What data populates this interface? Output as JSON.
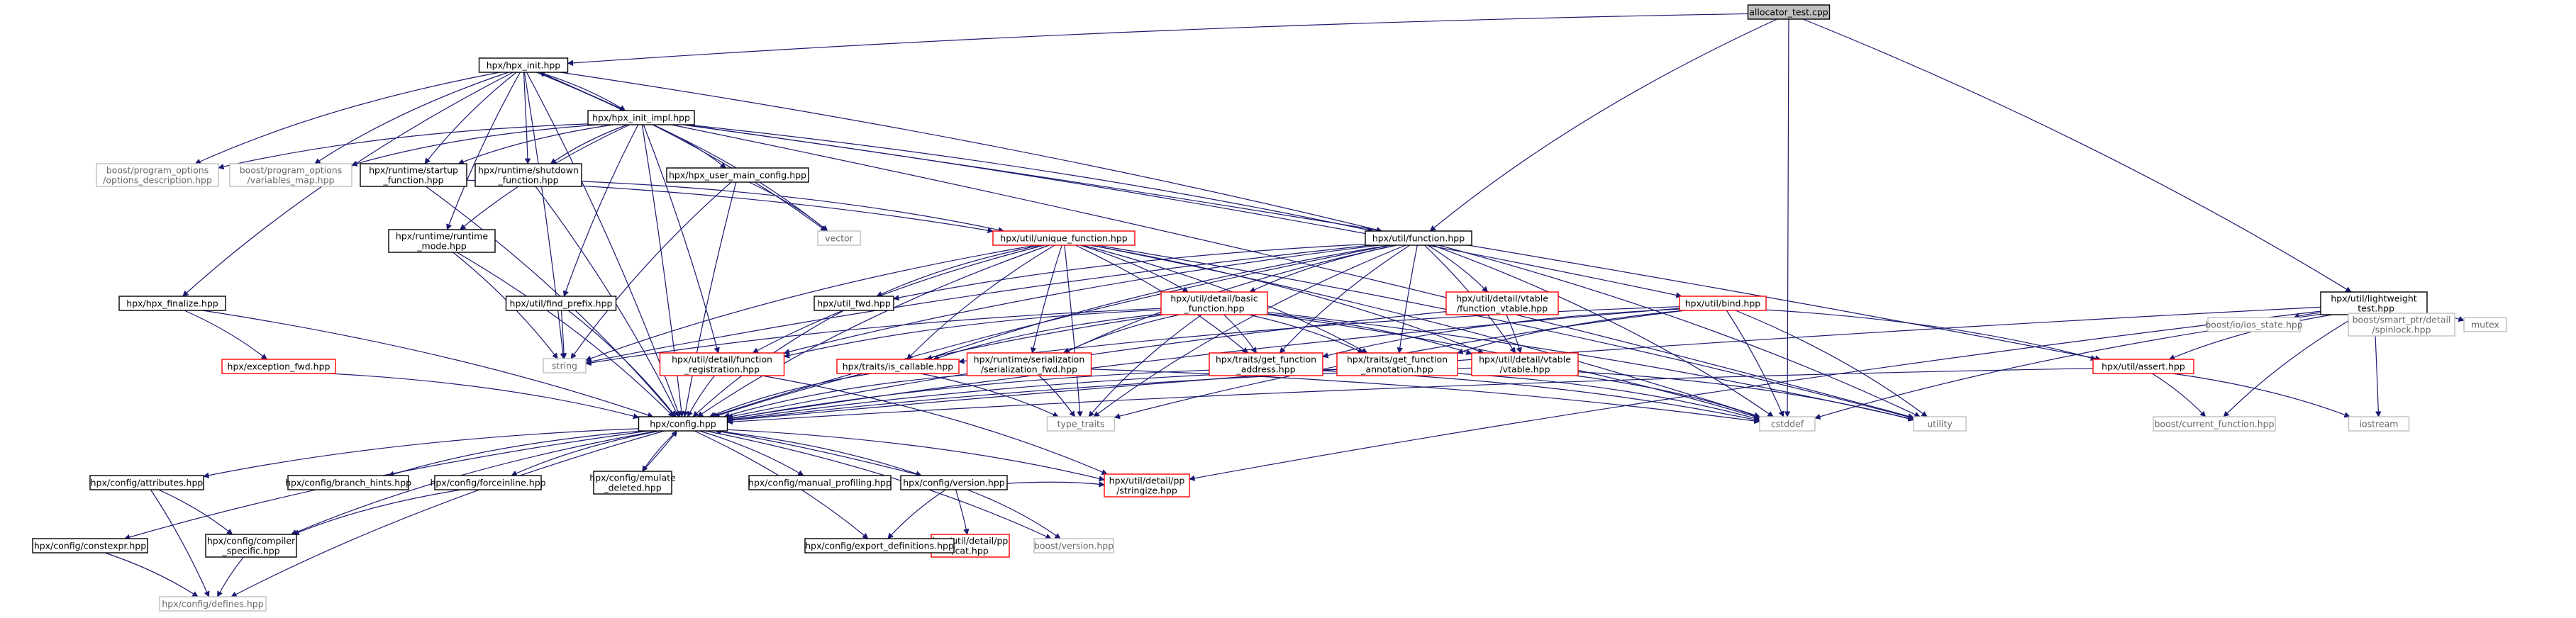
{
  "colors": {
    "normal_border": "#000000",
    "missing_border": "#ff0000",
    "external_border": "#bfbfbf",
    "external_text": "#666666",
    "root_fill": "#bfbfbf",
    "edge": "#191970"
  },
  "nodes": [
    {
      "id": "allocator_test",
      "lines": [
        "allocator_test.cpp"
      ],
      "kind": "root"
    },
    {
      "id": "hpx_init",
      "lines": [
        "hpx/hpx_init.hpp"
      ],
      "kind": "normal"
    },
    {
      "id": "hpx_init_impl",
      "lines": [
        "hpx/hpx_init_impl.hpp"
      ],
      "kind": "normal"
    },
    {
      "id": "po_options_description",
      "lines": [
        "boost/program_options",
        "/options_description.hpp"
      ],
      "kind": "external"
    },
    {
      "id": "po_variables_map",
      "lines": [
        "boost/program_options",
        "/variables_map.hpp"
      ],
      "kind": "external"
    },
    {
      "id": "runtime_startup_function",
      "lines": [
        "hpx/runtime/startup",
        "_function.hpp"
      ],
      "kind": "normal"
    },
    {
      "id": "runtime_shutdown_function",
      "lines": [
        "hpx/runtime/shutdown",
        "_function.hpp"
      ],
      "kind": "normal"
    },
    {
      "id": "hpx_user_main_config",
      "lines": [
        "hpx/hpx_user_main_config.hpp"
      ],
      "kind": "normal"
    },
    {
      "id": "vector",
      "lines": [
        "vector"
      ],
      "kind": "external"
    },
    {
      "id": "unique_function",
      "lines": [
        "hpx/util/unique_function.hpp"
      ],
      "kind": "missing"
    },
    {
      "id": "util_function",
      "lines": [
        "hpx/util/function.hpp"
      ],
      "kind": "normal"
    },
    {
      "id": "runtime_mode",
      "lines": [
        "hpx/runtime/runtime",
        "_mode.hpp"
      ],
      "kind": "normal"
    },
    {
      "id": "hpx_finalize",
      "lines": [
        "hpx/hpx_finalize.hpp"
      ],
      "kind": "normal"
    },
    {
      "id": "exception_fwd",
      "lines": [
        "hpx/exception_fwd.hpp"
      ],
      "kind": "missing"
    },
    {
      "id": "find_prefix",
      "lines": [
        "hpx/util/find_prefix.hpp"
      ],
      "kind": "normal"
    },
    {
      "id": "util_fwd",
      "lines": [
        "hpx/util_fwd.hpp"
      ],
      "kind": "normal"
    },
    {
      "id": "string",
      "lines": [
        "string"
      ],
      "kind": "external"
    },
    {
      "id": "detail_basic_function",
      "lines": [
        "hpx/util/detail/basic",
        "_function.hpp"
      ],
      "kind": "missing"
    },
    {
      "id": "vtable_function_vtable",
      "lines": [
        "hpx/util/detail/vtable",
        "/function_vtable.hpp"
      ],
      "kind": "missing"
    },
    {
      "id": "util_bind",
      "lines": [
        "hpx/util/bind.hpp"
      ],
      "kind": "missing"
    },
    {
      "id": "lightweight_test",
      "lines": [
        "hpx/util/lightweight",
        "_test.hpp"
      ],
      "kind": "normal"
    },
    {
      "id": "function_registration",
      "lines": [
        "hpx/util/detail/function",
        "_registration.hpp"
      ],
      "kind": "missing"
    },
    {
      "id": "is_callable",
      "lines": [
        "hpx/traits/is_callable.hpp"
      ],
      "kind": "missing"
    },
    {
      "id": "serialization_fwd",
      "lines": [
        "hpx/runtime/serialization",
        "/serialization_fwd.hpp"
      ],
      "kind": "missing"
    },
    {
      "id": "get_function_address",
      "lines": [
        "hpx/traits/get_function",
        "_address.hpp"
      ],
      "kind": "missing"
    },
    {
      "id": "get_function_annotation",
      "lines": [
        "hpx/traits/get_function",
        "_annotation.hpp"
      ],
      "kind": "missing"
    },
    {
      "id": "vtable_vtable",
      "lines": [
        "hpx/util/detail/vtable",
        "/vtable.hpp"
      ],
      "kind": "missing"
    },
    {
      "id": "util_assert",
      "lines": [
        "hpx/util/assert.hpp"
      ],
      "kind": "missing"
    },
    {
      "id": "ios_state",
      "lines": [
        "boost/io/ios_state.hpp"
      ],
      "kind": "external"
    },
    {
      "id": "spinlock",
      "lines": [
        "boost/smart_ptr/detail",
        "/spinlock.hpp"
      ],
      "kind": "external"
    },
    {
      "id": "mutex",
      "lines": [
        "mutex"
      ],
      "kind": "external"
    },
    {
      "id": "config",
      "lines": [
        "hpx/config.hpp"
      ],
      "kind": "normal"
    },
    {
      "id": "type_traits",
      "lines": [
        "type_traits"
      ],
      "kind": "external"
    },
    {
      "id": "cstddef",
      "lines": [
        "cstddef"
      ],
      "kind": "external"
    },
    {
      "id": "utility",
      "lines": [
        "utility"
      ],
      "kind": "external"
    },
    {
      "id": "current_function",
      "lines": [
        "boost/current_function.hpp"
      ],
      "kind": "external"
    },
    {
      "id": "iostream",
      "lines": [
        "iostream"
      ],
      "kind": "external"
    },
    {
      "id": "cfg_attributes",
      "lines": [
        "hpx/config/attributes.hpp"
      ],
      "kind": "normal"
    },
    {
      "id": "cfg_branch_hints",
      "lines": [
        "hpx/config/branch_hints.hpp"
      ],
      "kind": "normal"
    },
    {
      "id": "cfg_forceinline",
      "lines": [
        "hpx/config/forceinline.hpp"
      ],
      "kind": "normal"
    },
    {
      "id": "cfg_emulate_deleted",
      "lines": [
        "hpx/config/emulate",
        "_deleted.hpp"
      ],
      "kind": "normal"
    },
    {
      "id": "cfg_manual_profiling",
      "lines": [
        "hpx/config/manual_profiling.hpp"
      ],
      "kind": "normal"
    },
    {
      "id": "cfg_version",
      "lines": [
        "hpx/config/version.hpp"
      ],
      "kind": "normal"
    },
    {
      "id": "pp_stringize",
      "lines": [
        "hpx/util/detail/pp",
        "/stringize.hpp"
      ],
      "kind": "missing"
    },
    {
      "id": "cfg_constexpr",
      "lines": [
        "hpx/config/constexpr.hpp"
      ],
      "kind": "normal"
    },
    {
      "id": "cfg_compiler_specific",
      "lines": [
        "hpx/config/compiler",
        "_specific.hpp"
      ],
      "kind": "normal"
    },
    {
      "id": "pp_cat",
      "lines": [
        "hpx/util/detail/pp",
        "/cat.hpp"
      ],
      "kind": "missing"
    },
    {
      "id": "boost_version",
      "lines": [
        "boost/version.hpp"
      ],
      "kind": "external"
    },
    {
      "id": "cfg_export_definitions",
      "lines": [
        "hpx/config/export_definitions.hpp"
      ],
      "kind": "normal"
    },
    {
      "id": "cfg_defines",
      "lines": [
        "hpx/config/defines.hpp"
      ],
      "kind": "external"
    }
  ],
  "edges": [
    [
      "allocator_test",
      "hpx_init"
    ],
    [
      "allocator_test",
      "util_function"
    ],
    [
      "allocator_test",
      "cstddef"
    ],
    [
      "allocator_test",
      "lightweight_test"
    ],
    [
      "hpx_init",
      "hpx_init_impl"
    ],
    [
      "hpx_init",
      "po_options_description"
    ],
    [
      "hpx_init",
      "po_variables_map"
    ],
    [
      "hpx_init",
      "runtime_startup_function"
    ],
    [
      "hpx_init",
      "runtime_shutdown_function"
    ],
    [
      "hpx_init",
      "runtime_mode"
    ],
    [
      "hpx_init",
      "hpx_finalize"
    ],
    [
      "hpx_init",
      "config"
    ],
    [
      "hpx_init",
      "vector"
    ],
    [
      "hpx_init",
      "string"
    ],
    [
      "hpx_init",
      "util_function"
    ],
    [
      "hpx_init_impl",
      "hpx_init"
    ],
    [
      "hpx_init_impl",
      "po_options_description"
    ],
    [
      "hpx_init_impl",
      "po_variables_map"
    ],
    [
      "hpx_init_impl",
      "runtime_startup_function"
    ],
    [
      "hpx_init_impl",
      "runtime_shutdown_function"
    ],
    [
      "hpx_init_impl",
      "hpx_user_main_config"
    ],
    [
      "hpx_init_impl",
      "vector"
    ],
    [
      "hpx_init_impl",
      "runtime_mode"
    ],
    [
      "hpx_init_impl",
      "find_prefix"
    ],
    [
      "hpx_init_impl",
      "util_function"
    ],
    [
      "hpx_init_impl",
      "util_bind"
    ],
    [
      "hpx_init_impl",
      "util_assert"
    ],
    [
      "hpx_init_impl",
      "utility"
    ],
    [
      "hpx_init_impl",
      "function_registration"
    ],
    [
      "hpx_init_impl",
      "config"
    ],
    [
      "runtime_startup_function",
      "config"
    ],
    [
      "runtime_startup_function",
      "unique_function"
    ],
    [
      "runtime_shutdown_function",
      "config"
    ],
    [
      "runtime_shutdown_function",
      "unique_function"
    ],
    [
      "hpx_user_main_config",
      "vector"
    ],
    [
      "hpx_user_main_config",
      "string"
    ],
    [
      "hpx_user_main_config",
      "config"
    ],
    [
      "unique_function",
      "config"
    ],
    [
      "unique_function",
      "util_fwd"
    ],
    [
      "unique_function",
      "detail_basic_function"
    ],
    [
      "unique_function",
      "function_registration"
    ],
    [
      "unique_function",
      "is_callable"
    ],
    [
      "unique_function",
      "serialization_fwd"
    ],
    [
      "unique_function",
      "get_function_address"
    ],
    [
      "unique_function",
      "get_function_annotation"
    ],
    [
      "unique_function",
      "vtable_vtable"
    ],
    [
      "unique_function",
      "cstddef"
    ],
    [
      "unique_function",
      "type_traits"
    ],
    [
      "unique_function",
      "utility"
    ],
    [
      "unique_function",
      "string"
    ],
    [
      "util_function",
      "config"
    ],
    [
      "util_function",
      "util_fwd"
    ],
    [
      "util_function",
      "detail_basic_function"
    ],
    [
      "util_function",
      "vtable_function_vtable"
    ],
    [
      "util_function",
      "function_registration"
    ],
    [
      "util_function",
      "is_callable"
    ],
    [
      "util_function",
      "serialization_fwd"
    ],
    [
      "util_function",
      "get_function_address"
    ],
    [
      "util_function",
      "get_function_annotation"
    ],
    [
      "util_function",
      "vtable_vtable"
    ],
    [
      "util_function",
      "cstddef"
    ],
    [
      "util_function",
      "type_traits"
    ],
    [
      "util_function",
      "utility"
    ],
    [
      "util_function",
      "string"
    ],
    [
      "runtime_mode",
      "config"
    ],
    [
      "runtime_mode",
      "string"
    ],
    [
      "hpx_finalize",
      "exception_fwd"
    ],
    [
      "hpx_finalize",
      "config"
    ],
    [
      "exception_fwd",
      "config"
    ],
    [
      "find_prefix",
      "config"
    ],
    [
      "find_prefix",
      "string"
    ],
    [
      "util_fwd",
      "config"
    ],
    [
      "detail_basic_function",
      "config"
    ],
    [
      "detail_basic_function",
      "function_registration"
    ],
    [
      "detail_basic_function",
      "is_callable"
    ],
    [
      "detail_basic_function",
      "serialization_fwd"
    ],
    [
      "detail_basic_function",
      "get_function_address"
    ],
    [
      "detail_basic_function",
      "get_function_annotation"
    ],
    [
      "detail_basic_function",
      "vtable_vtable"
    ],
    [
      "detail_basic_function",
      "type_traits"
    ],
    [
      "detail_basic_function",
      "cstddef"
    ],
    [
      "detail_basic_function",
      "utility"
    ],
    [
      "detail_basic_function",
      "string"
    ],
    [
      "vtable_function_vtable",
      "config"
    ],
    [
      "vtable_function_vtable",
      "vtable_vtable"
    ],
    [
      "util_bind",
      "config"
    ],
    [
      "util_bind",
      "is_callable"
    ],
    [
      "util_bind",
      "get_function_address"
    ],
    [
      "util_bind",
      "get_function_annotation"
    ],
    [
      "util_bind",
      "util_assert"
    ],
    [
      "util_bind",
      "type_traits"
    ],
    [
      "util_bind",
      "cstddef"
    ],
    [
      "util_bind",
      "utility"
    ],
    [
      "lightweight_test",
      "config"
    ],
    [
      "lightweight_test",
      "util_assert"
    ],
    [
      "lightweight_test",
      "ios_state"
    ],
    [
      "lightweight_test",
      "spinlock"
    ],
    [
      "lightweight_test",
      "mutex"
    ],
    [
      "lightweight_test",
      "current_function"
    ],
    [
      "lightweight_test",
      "iostream"
    ],
    [
      "lightweight_test",
      "cstddef"
    ],
    [
      "lightweight_test",
      "pp_stringize"
    ],
    [
      "function_registration",
      "config"
    ],
    [
      "function_registration",
      "pp_stringize"
    ],
    [
      "is_callable",
      "config"
    ],
    [
      "is_callable",
      "type_traits"
    ],
    [
      "serialization_fwd",
      "config"
    ],
    [
      "serialization_fwd",
      "type_traits"
    ],
    [
      "serialization_fwd",
      "cstddef"
    ],
    [
      "get_function_address",
      "config"
    ],
    [
      "get_function_address",
      "cstddef"
    ],
    [
      "get_function_annotation",
      "config"
    ],
    [
      "get_function_annotation",
      "cstddef"
    ],
    [
      "vtable_vtable",
      "config"
    ],
    [
      "vtable_vtable",
      "cstddef"
    ],
    [
      "vtable_vtable",
      "utility"
    ],
    [
      "util_assert",
      "config"
    ],
    [
      "util_assert",
      "current_function"
    ],
    [
      "util_assert",
      "iostream"
    ],
    [
      "config",
      "cfg_attributes"
    ],
    [
      "config",
      "cfg_branch_hints"
    ],
    [
      "config",
      "cfg_forceinline"
    ],
    [
      "config",
      "cfg_emulate_deleted"
    ],
    [
      "config",
      "cfg_manual_profiling"
    ],
    [
      "config",
      "cfg_version"
    ],
    [
      "config",
      "pp_stringize"
    ],
    [
      "config",
      "cfg_constexpr"
    ],
    [
      "config",
      "cfg_compiler_specific"
    ],
    [
      "config",
      "cfg_export_definitions"
    ],
    [
      "config",
      "cfg_defines"
    ],
    [
      "config",
      "boost_version"
    ],
    [
      "cfg_attributes",
      "cfg_compiler_specific"
    ],
    [
      "cfg_attributes",
      "cfg_defines"
    ],
    [
      "cfg_forceinline",
      "cfg_compiler_specific"
    ],
    [
      "cfg_emulate_deleted",
      "config"
    ],
    [
      "cfg_version",
      "config"
    ],
    [
      "cfg_version",
      "cfg_export_definitions"
    ],
    [
      "cfg_version",
      "pp_cat"
    ],
    [
      "cfg_version",
      "pp_stringize"
    ],
    [
      "cfg_version",
      "boost_version"
    ],
    [
      "cfg_constexpr",
      "cfg_defines"
    ],
    [
      "cfg_compiler_specific",
      "cfg_defines"
    ]
  ]
}
